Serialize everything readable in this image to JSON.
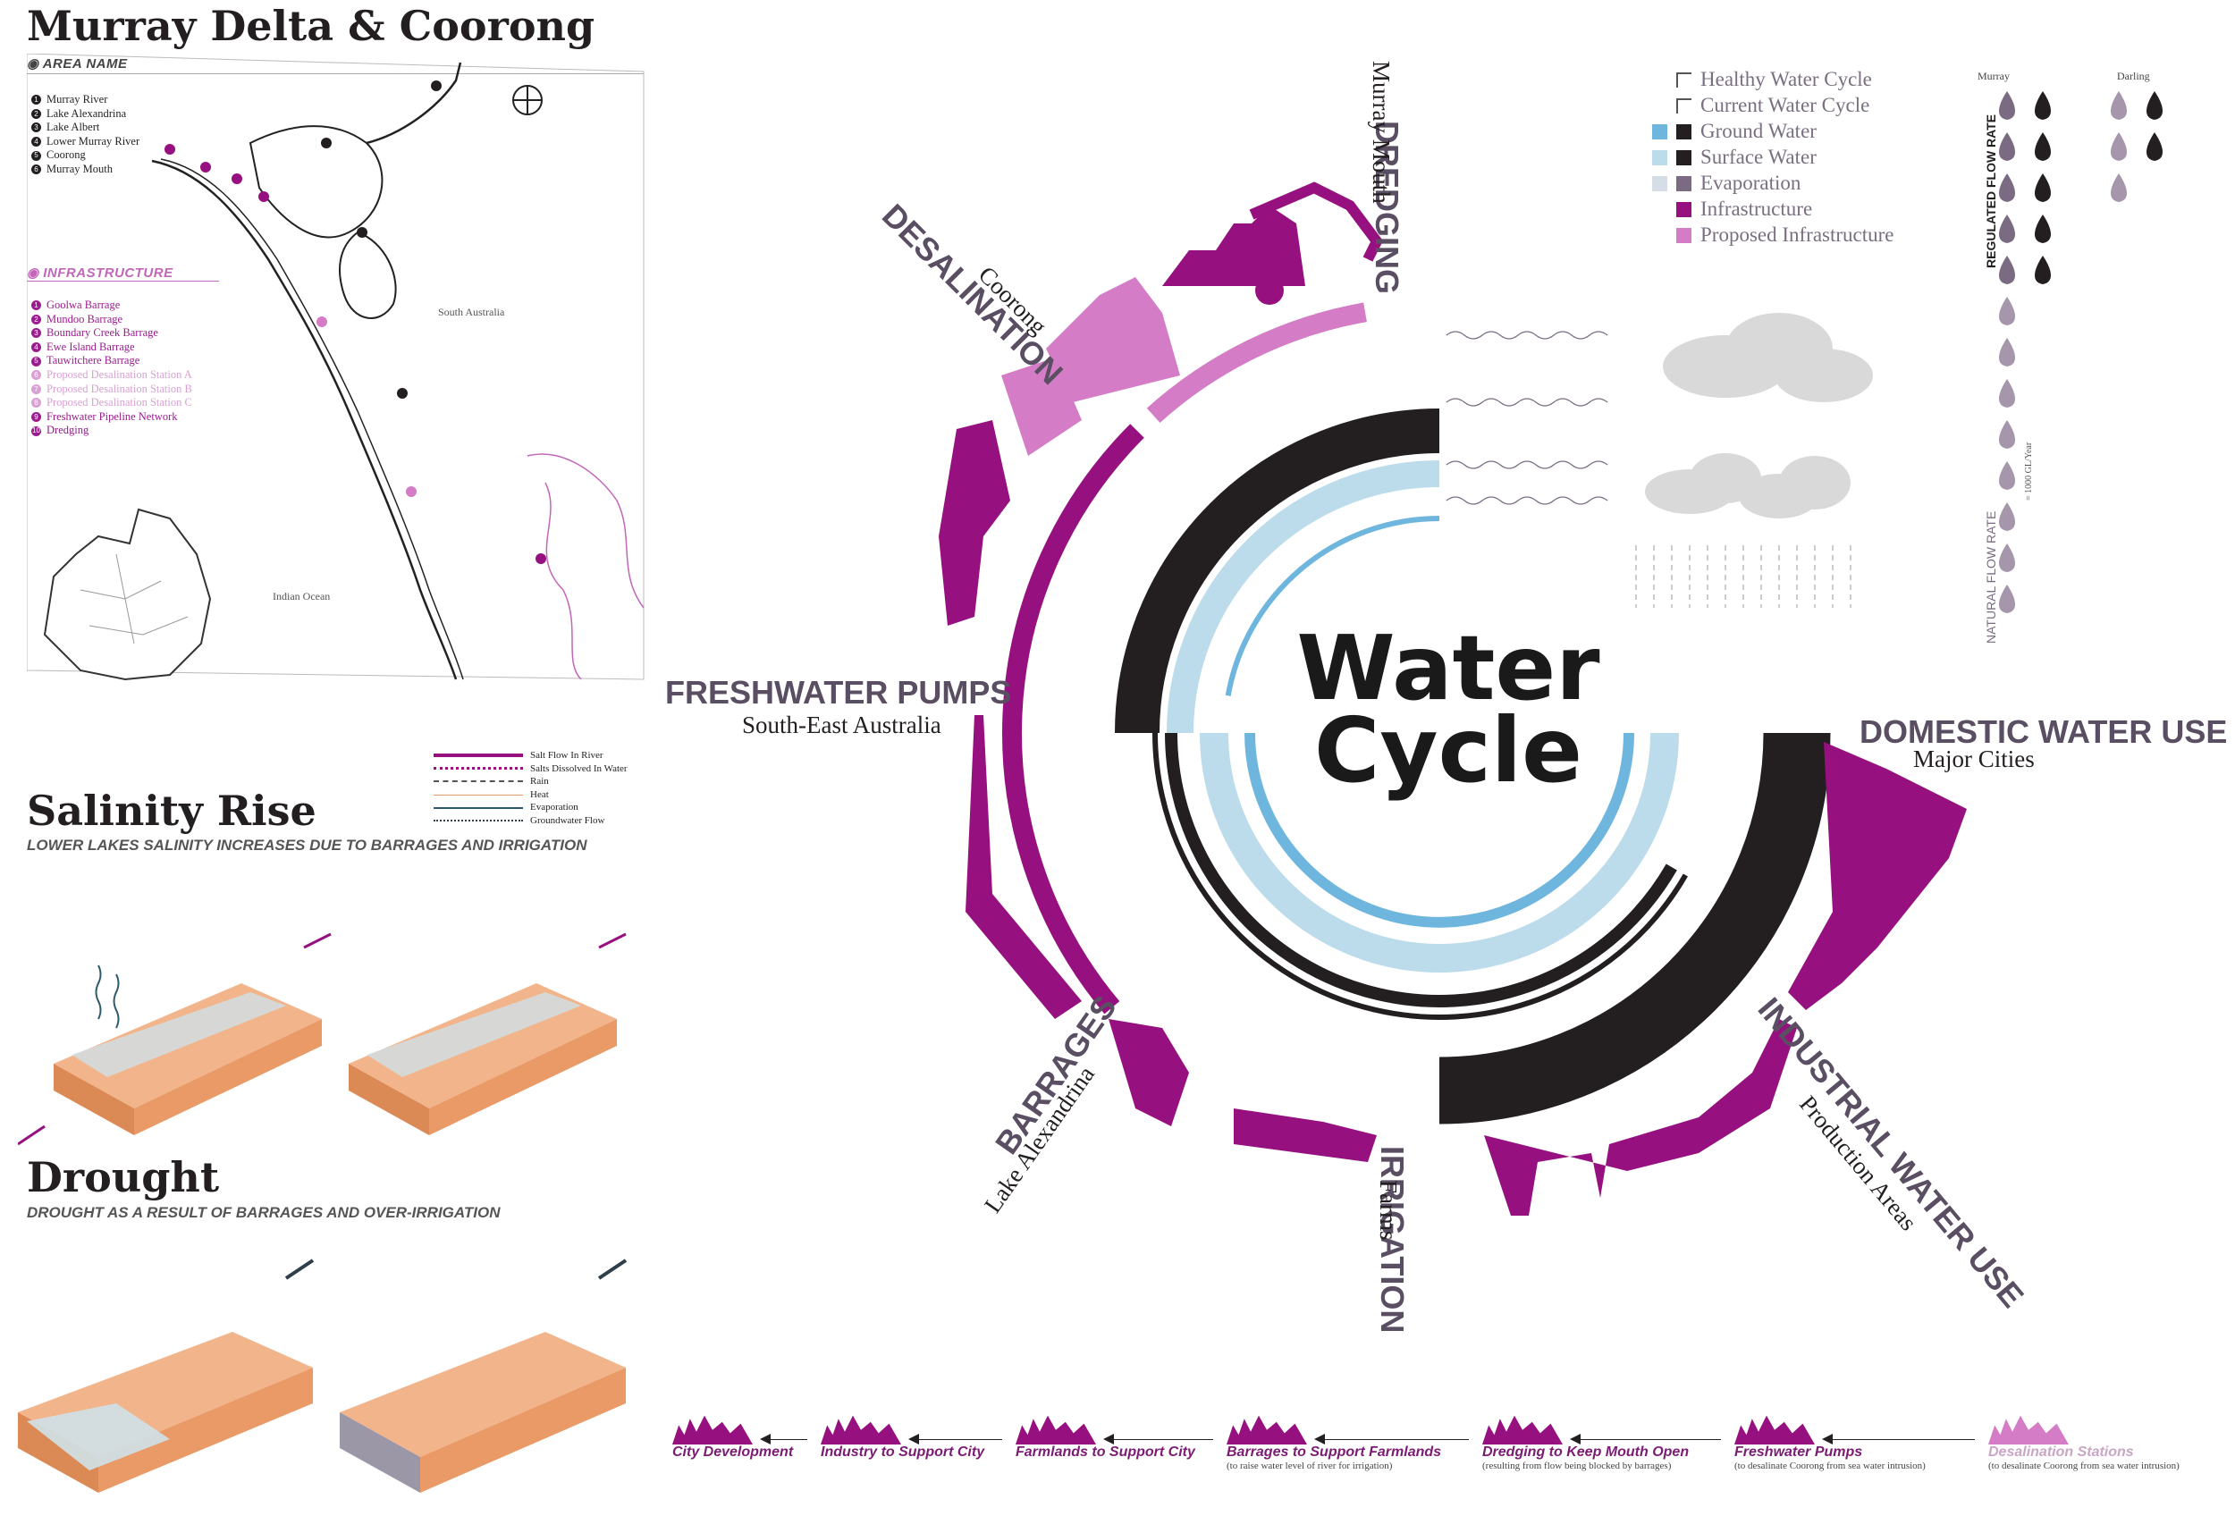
{
  "left": {
    "title": "Murray Delta & Coorong",
    "area_heading": "AREA NAME",
    "areas": [
      {
        "n": "1",
        "label": "Murray River"
      },
      {
        "n": "2",
        "label": "Lake Alexandrina"
      },
      {
        "n": "3",
        "label": "Lake Albert"
      },
      {
        "n": "4",
        "label": "Lower Murray River"
      },
      {
        "n": "5",
        "label": "Coorong"
      },
      {
        "n": "6",
        "label": "Murray Mouth"
      }
    ],
    "infra_heading": "INFRASTRUCTURE",
    "infrastructure": [
      {
        "n": "1",
        "label": "Goolwa Barrage"
      },
      {
        "n": "2",
        "label": "Mundoo Barrage"
      },
      {
        "n": "3",
        "label": "Boundary Creek Barrage"
      },
      {
        "n": "4",
        "label": "Ewe Island Barrage"
      },
      {
        "n": "5",
        "label": "Tauwitchere Barrage"
      },
      {
        "n": "6",
        "label": "Proposed Desalination Station A"
      },
      {
        "n": "7",
        "label": "Proposed Desalination Station B"
      },
      {
        "n": "8",
        "label": "Proposed Desalination Station C"
      },
      {
        "n": "9",
        "label": "Freshwater Pipeline Network"
      },
      {
        "n": "10",
        "label": "Dredging"
      }
    ],
    "map_labels": {
      "south_australia": "South Australia",
      "indian_ocean": "Indian Ocean"
    }
  },
  "salinity": {
    "title": "Salinity Rise",
    "subtitle": "LOWER LAKES SALINITY INCREASES DUE TO BARRAGES AND IRRIGATION",
    "legend": [
      {
        "label": "Salt Flow In River"
      },
      {
        "label": "Salts Dissolved In Water"
      },
      {
        "label": "Rain"
      },
      {
        "label": "Heat"
      },
      {
        "label": "Evaporation"
      },
      {
        "label": "Groundwater Flow"
      }
    ]
  },
  "drought": {
    "title": "Drought",
    "subtitle": "DROUGHT AS A RESULT OF BARRAGES AND OVER-IRRIGATION"
  },
  "center": {
    "title_line1": "Water",
    "title_line2": "Cycle",
    "categories": {
      "dredging": {
        "label": "DREDGING",
        "sub": "Murray Mouth"
      },
      "desalination": {
        "label": "DESALINATION",
        "sub": "Coorong"
      },
      "freshwater": {
        "label": "FRESHWATER PUMPS",
        "sub": "South-East Australia"
      },
      "domestic": {
        "label": "DOMESTIC WATER USE",
        "sub": "Major Cities"
      },
      "industrial": {
        "label": "INDUSTRIAL WATER USE",
        "sub": "Production Areas"
      },
      "irrigation": {
        "label": "IRRIGATION",
        "sub": "Farms"
      },
      "barrages": {
        "label": "BARRAGES",
        "sub": "Lake Alexandrina"
      }
    }
  },
  "legend": {
    "items": [
      {
        "label": "Healthy Water Cycle",
        "color": ""
      },
      {
        "label": "Current Water Cycle",
        "color": ""
      },
      {
        "label": "Ground Water",
        "color": "#231f20",
        "color2": "#6fb6df"
      },
      {
        "label": "Surface Water",
        "color": "#231f20",
        "color2": "#bcdcec"
      },
      {
        "label": "Evaporation",
        "color": "#7a6b82",
        "color2": "#d7dde6"
      },
      {
        "label": "Infrastructure",
        "color": "#96117f"
      },
      {
        "label": "Proposed Infrastructure",
        "color": "#d47dc6"
      }
    ]
  },
  "flow": {
    "murray": "Murray",
    "darling": "Darling",
    "regulated": "REGULATED FLOW RATE",
    "natural": "NATURAL FLOW RATE",
    "scale": "= 1000 GL/Year"
  },
  "pipeline": [
    {
      "label": "City Development",
      "sub": ""
    },
    {
      "label": "Industry to Support City",
      "sub": ""
    },
    {
      "label": "Farmlands to Support City",
      "sub": ""
    },
    {
      "label": "Barrages to Support Farmlands",
      "sub": "(to raise water level of river for irrigation)"
    },
    {
      "label": "Dredging to Keep Mouth Open",
      "sub": "(resulting from flow being blocked by barrages)"
    },
    {
      "label": "Freshwater Pumps",
      "sub": "(to desalinate Coorong from sea water intrusion)"
    },
    {
      "label": "Desalination Stations",
      "sub": "(to desalinate Coorong from sea water intrusion)"
    }
  ],
  "colors": {
    "infra": "#96117f",
    "proposed": "#d47dc6",
    "ground_dark": "#231f20",
    "evap": "#7a6b82",
    "light_blue": "#6fb6df",
    "pale_blue": "#bcdcec"
  }
}
